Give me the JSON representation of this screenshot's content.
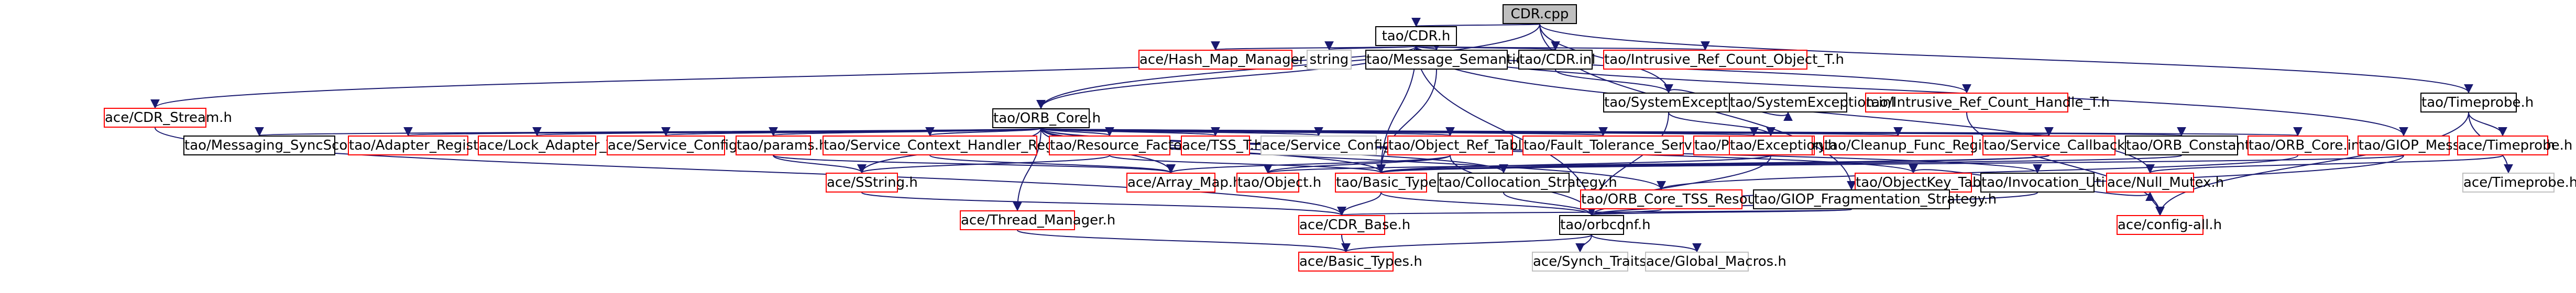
{
  "colors": {
    "edge": "#191970",
    "edge_alt": "#4a6a9a",
    "node_border": "#000000",
    "node_border_missing": "#ff0000",
    "node_border_system": "#c0c0c0",
    "root_fill": "#bfbfbf"
  },
  "nodes": [
    {
      "id": "cdr_cpp",
      "label": "CDR.cpp",
      "style": "root"
    },
    {
      "id": "tao_cdr_h",
      "label": "tao/CDR.h",
      "style": "normal"
    },
    {
      "id": "tao_timeprobe_h",
      "label": "tao/Timeprobe.h",
      "style": "normal"
    },
    {
      "id": "ace_cdr_stream_h",
      "label": "ace/CDR_Stream.h",
      "style": "red"
    },
    {
      "id": "tao_orb_core_h",
      "label": "tao/ORB_Core.h",
      "style": "normal"
    },
    {
      "id": "ace_hash_map_manager_t_h",
      "label": "ace/Hash_Map_Manager_T.h",
      "style": "red"
    },
    {
      "id": "string",
      "label": "string",
      "style": "gray"
    },
    {
      "id": "tao_message_semantics_h",
      "label": "tao/Message_Semantics.h",
      "style": "normal"
    },
    {
      "id": "tao_cdr_inl",
      "label": "tao/CDR.inl",
      "style": "normal"
    },
    {
      "id": "tao_intrusive_ref_count_object_t_h",
      "label": "tao/Intrusive_Ref_Count_Object_T.h",
      "style": "red"
    },
    {
      "id": "tao_systemexception_h",
      "label": "tao/SystemException.h",
      "style": "normal"
    },
    {
      "id": "tao_intrusive_ref_count_handle_t_h",
      "label": "tao/Intrusive_Ref_Count_Handle_T.h",
      "style": "red"
    },
    {
      "id": "tao_messaging_syncscopec_h",
      "label": "tao/Messaging_SyncScopeC.h",
      "style": "normal"
    },
    {
      "id": "tao_adapter_registry_h",
      "label": "tao/Adapter_Registry.h",
      "style": "red"
    },
    {
      "id": "ace_lock_adapter_t_h",
      "label": "ace/Lock_Adapter_T.h",
      "style": "red"
    },
    {
      "id": "ace_service_config_h_1",
      "label": "ace/Service_Config.h",
      "style": "red"
    },
    {
      "id": "tao_params_h",
      "label": "tao/params.h",
      "style": "red"
    },
    {
      "id": "tao_service_context_handler_registry_h",
      "label": "tao/Service_Context_Handler_Registry.h",
      "style": "red"
    },
    {
      "id": "tao_resource_factory_h",
      "label": "tao/Resource_Factory.h",
      "style": "red"
    },
    {
      "id": "ace_tss_t_h",
      "label": "ace/TSS_T.h",
      "style": "red"
    },
    {
      "id": "ace_service_config_h_2",
      "label": "ace/Service_Config.h",
      "style": "gray"
    },
    {
      "id": "tao_object_ref_table_h",
      "label": "tao/Object_Ref_Table.h",
      "style": "red"
    },
    {
      "id": "tao_fault_tolerance_service_h",
      "label": "tao/Fault_Tolerance_Service.h",
      "style": "red"
    },
    {
      "id": "tao_parser_registry_h",
      "label": "tao/Parser_Registry.h",
      "style": "red"
    },
    {
      "id": "tao_cleanup_func_registry_h",
      "label": "tao/Cleanup_Func_Registry.h",
      "style": "red"
    },
    {
      "id": "tao_service_callbacks_h",
      "label": "tao/Service_Callbacks.h",
      "style": "red"
    },
    {
      "id": "tao_orb_constants_h",
      "label": "tao/ORB_Constants.h",
      "style": "normal"
    },
    {
      "id": "tao_orb_core_inl",
      "label": "tao/ORB_Core.inl",
      "style": "red"
    },
    {
      "id": "tao_giop_message_version_h",
      "label": "tao/GIOP_Message_Version.h",
      "style": "red"
    },
    {
      "id": "tao_exception_h",
      "label": "tao/Exception.h",
      "style": "red"
    },
    {
      "id": "tao_objectkey_table_h",
      "label": "tao/ObjectKey_Table.h",
      "style": "red"
    },
    {
      "id": "tao_systemexception_inl",
      "label": "tao/SystemException.inl",
      "style": "normal"
    },
    {
      "id": "ace_timeprobe_h",
      "label": "ace/Timeprobe.h",
      "style": "red"
    },
    {
      "id": "ace_timeprobe_h_gray",
      "label": "ace/Timeprobe.h",
      "style": "gray"
    },
    {
      "id": "ace_thread_manager_h",
      "label": "ace/Thread_Manager.h",
      "style": "red"
    },
    {
      "id": "ace_sstring_h",
      "label": "ace/SString.h",
      "style": "red"
    },
    {
      "id": "ace_array_map_h",
      "label": "ace/Array_Map.h",
      "style": "red"
    },
    {
      "id": "tao_object_h",
      "label": "tao/Object.h",
      "style": "red"
    },
    {
      "id": "tao_basic_types_h",
      "label": "tao/Basic_Types.h",
      "style": "red"
    },
    {
      "id": "tao_collocation_strategy_h",
      "label": "tao/Collocation_Strategy.h",
      "style": "normal"
    },
    {
      "id": "tao_orb_core_tss_resources_h",
      "label": "tao/ORB_Core_TSS_Resources.h",
      "style": "red"
    },
    {
      "id": "tao_giop_fragmentation_strategy_h",
      "label": "tao/GIOP_Fragmentation_Strategy.h",
      "style": "normal"
    },
    {
      "id": "tao_invocation_utils_h",
      "label": "tao/Invocation_Utils.h",
      "style": "normal"
    },
    {
      "id": "ace_null_mutex_h",
      "label": "ace/Null_Mutex.h",
      "style": "red"
    },
    {
      "id": "ace_cdr_base_h",
      "label": "ace/CDR_Base.h",
      "style": "red"
    },
    {
      "id": "tao_versioned_namespace_h",
      "label": "tao/orbconf.h",
      "style": "normal"
    },
    {
      "id": "ace_config_all_h",
      "label": "ace/config-all.h",
      "style": "red"
    },
    {
      "id": "ace_basic_types_h",
      "label": "ace/Basic_Types.h",
      "style": "red"
    },
    {
      "id": "ace_synch_traits_h",
      "label": "ace/Synch_Traits.h",
      "style": "gray"
    },
    {
      "id": "ace_global_macros_h",
      "label": "ace/Global_Macros.h",
      "style": "gray"
    }
  ],
  "edges": [
    [
      "cdr_cpp",
      "tao_cdr_h"
    ],
    [
      "cdr_cpp",
      "tao_timeprobe_h"
    ],
    [
      "cdr_cpp",
      "tao_orb_core_h"
    ],
    [
      "cdr_cpp",
      "tao_giop_fragmentation_strategy_h"
    ],
    [
      "cdr_cpp",
      "tao_systemexception_h"
    ],
    [
      "tao_cdr_h",
      "ace_cdr_stream_h"
    ],
    [
      "tao_cdr_h",
      "tao_orb_core_h"
    ],
    [
      "tao_cdr_h",
      "ace_hash_map_manager_t_h"
    ],
    [
      "tao_cdr_h",
      "string"
    ],
    [
      "tao_cdr_h",
      "tao_message_semantics_h"
    ],
    [
      "tao_cdr_h",
      "tao_cdr_inl"
    ],
    [
      "tao_cdr_h",
      "tao_intrusive_ref_count_object_t_h"
    ],
    [
      "tao_cdr_h",
      "tao_intrusive_ref_count_handle_t_h"
    ],
    [
      "tao_cdr_h",
      "tao_giop_message_version_h"
    ],
    [
      "tao_cdr_h",
      "tao_versioned_namespace_h"
    ],
    [
      "tao_cdr_h",
      "tao_basic_types_h"
    ],
    [
      "tao_cdr_h",
      "ace_null_mutex_h"
    ],
    [
      "tao_cdr_inl",
      "tao_systemexception_h"
    ],
    [
      "tao_systemexception_h",
      "tao_exception_h"
    ],
    [
      "tao_systemexception_h",
      "tao_systemexception_inl"
    ],
    [
      "tao_systemexception_h",
      "tao_versioned_namespace_h"
    ],
    [
      "tao_intrusive_ref_count_handle_t_h",
      "ace_config_all_h"
    ],
    [
      "tao_timeprobe_h",
      "ace_timeprobe_h"
    ],
    [
      "tao_timeprobe_h",
      "ace_timeprobe_h_gray"
    ],
    [
      "tao_timeprobe_h",
      "ace_config_all_h"
    ],
    [
      "ace_timeprobe_h",
      "ace_null_mutex_h"
    ],
    [
      "ace_cdr_stream_h",
      "ace_cdr_base_h"
    ],
    [
      "tao_orb_core_h",
      "tao_messaging_syncscopec_h"
    ],
    [
      "tao_orb_core_h",
      "tao_adapter_registry_h"
    ],
    [
      "tao_orb_core_h",
      "ace_lock_adapter_t_h"
    ],
    [
      "tao_orb_core_h",
      "ace_service_config_h_1"
    ],
    [
      "tao_orb_core_h",
      "tao_params_h"
    ],
    [
      "tao_orb_core_h",
      "tao_service_context_handler_registry_h"
    ],
    [
      "tao_orb_core_h",
      "tao_resource_factory_h"
    ],
    [
      "tao_orb_core_h",
      "ace_tss_t_h"
    ],
    [
      "tao_orb_core_h",
      "ace_service_config_h_2"
    ],
    [
      "tao_orb_core_h",
      "tao_object_ref_table_h"
    ],
    [
      "tao_orb_core_h",
      "tao_fault_tolerance_service_h"
    ],
    [
      "tao_orb_core_h",
      "tao_parser_registry_h"
    ],
    [
      "tao_orb_core_h",
      "tao_cleanup_func_registry_h"
    ],
    [
      "tao_orb_core_h",
      "tao_service_callbacks_h"
    ],
    [
      "tao_orb_core_h",
      "tao_orb_constants_h"
    ],
    [
      "tao_orb_core_h",
      "tao_orb_core_inl"
    ],
    [
      "tao_orb_core_h",
      "tao_objectkey_table_h"
    ],
    [
      "tao_orb_core_h",
      "ace_thread_manager_h"
    ],
    [
      "tao_orb_core_h",
      "ace_sstring_h"
    ],
    [
      "tao_orb_core_h",
      "ace_array_map_h"
    ],
    [
      "tao_orb_core_h",
      "tao_collocation_strategy_h"
    ],
    [
      "tao_orb_core_h",
      "tao_orb_core_tss_resources_h"
    ],
    [
      "tao_orb_core_h",
      "tao_invocation_utils_h"
    ],
    [
      "tao_orb_core_h",
      "tao_basic_types_h"
    ],
    [
      "tao_params_h",
      "ace_sstring_h"
    ],
    [
      "tao_params_h",
      "ace_array_map_h"
    ],
    [
      "tao_service_context_handler_registry_h",
      "ace_array_map_h"
    ],
    [
      "tao_resource_factory_h",
      "ace_sstring_h"
    ],
    [
      "tao_resource_factory_h",
      "tao_basic_types_h"
    ],
    [
      "tao_object_ref_table_h",
      "ace_array_map_h"
    ],
    [
      "tao_object_ref_table_h",
      "tao_object_h"
    ],
    [
      "tao_object_ref_table_h",
      "tao_versioned_namespace_h"
    ],
    [
      "tao_service_callbacks_h",
      "tao_basic_types_h"
    ],
    [
      "tao_service_callbacks_h",
      "tao_object_h"
    ],
    [
      "tao_orb_constants_h",
      "tao_basic_types_h"
    ],
    [
      "tao_orb_core_inl",
      "tao_orb_core_tss_resources_h"
    ],
    [
      "tao_message_semantics_h",
      "tao_basic_types_h"
    ],
    [
      "tao_giop_message_version_h",
      "tao_basic_types_h"
    ],
    [
      "tao_giop_message_version_h",
      "tao_versioned_namespace_h"
    ],
    [
      "tao_exception_h",
      "tao_basic_types_h"
    ],
    [
      "tao_exception_h",
      "tao_versioned_namespace_h"
    ],
    [
      "tao_objectkey_table_h",
      "ace_null_mutex_h"
    ],
    [
      "ace_thread_manager_h",
      "ace_basic_types_h"
    ],
    [
      "ace_sstring_h",
      "ace_cdr_base_h"
    ],
    [
      "tao_basic_types_h",
      "ace_cdr_base_h"
    ],
    [
      "tao_basic_types_h",
      "tao_versioned_namespace_h"
    ],
    [
      "tao_collocation_strategy_h",
      "tao_versioned_namespace_h"
    ],
    [
      "tao_orb_core_tss_resources_h",
      "tao_versioned_namespace_h"
    ],
    [
      "tao_giop_fragmentation_strategy_h",
      "ace_cdr_base_h"
    ],
    [
      "tao_giop_fragmentation_strategy_h",
      "tao_versioned_namespace_h"
    ],
    [
      "tao_invocation_utils_h",
      "tao_versioned_namespace_h"
    ],
    [
      "ace_null_mutex_h",
      "ace_config_all_h"
    ],
    [
      "ace_cdr_base_h",
      "ace_basic_types_h"
    ],
    [
      "tao_versioned_namespace_h",
      "ace_basic_types_h"
    ],
    [
      "tao_versioned_namespace_h",
      "ace_synch_traits_h"
    ],
    [
      "tao_versioned_namespace_h",
      "ace_global_macros_h"
    ]
  ]
}
